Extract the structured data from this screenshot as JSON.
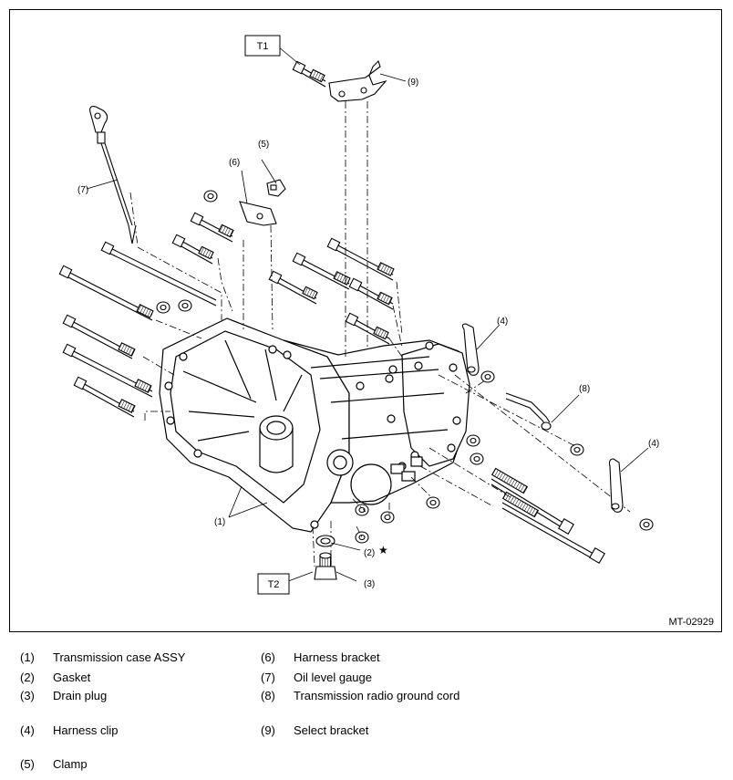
{
  "figure": {
    "code": "MT-02929",
    "torque_refs": [
      "T1",
      "T2"
    ],
    "callouts": [
      "(1)",
      "(2)",
      "(3)",
      "(4)",
      "(5)",
      "(6)",
      "(7)",
      "(8)",
      "(9)"
    ],
    "star": "★"
  },
  "legend": [
    {
      "num": "(1)",
      "text": "Transmission case ASSY"
    },
    {
      "num": "(2)",
      "text": "Gasket"
    },
    {
      "num": "(3)",
      "text": "Drain plug"
    },
    {
      "num": "(4)",
      "text": "Harness clip"
    },
    {
      "num": "(5)",
      "text": "Clamp"
    },
    {
      "num": "(6)",
      "text": "Harness bracket"
    },
    {
      "num": "(7)",
      "text": "Oil level gauge"
    },
    {
      "num": "(8)",
      "text": "Transmission radio ground cord"
    },
    {
      "num": "(9)",
      "text": "Select bracket"
    }
  ]
}
